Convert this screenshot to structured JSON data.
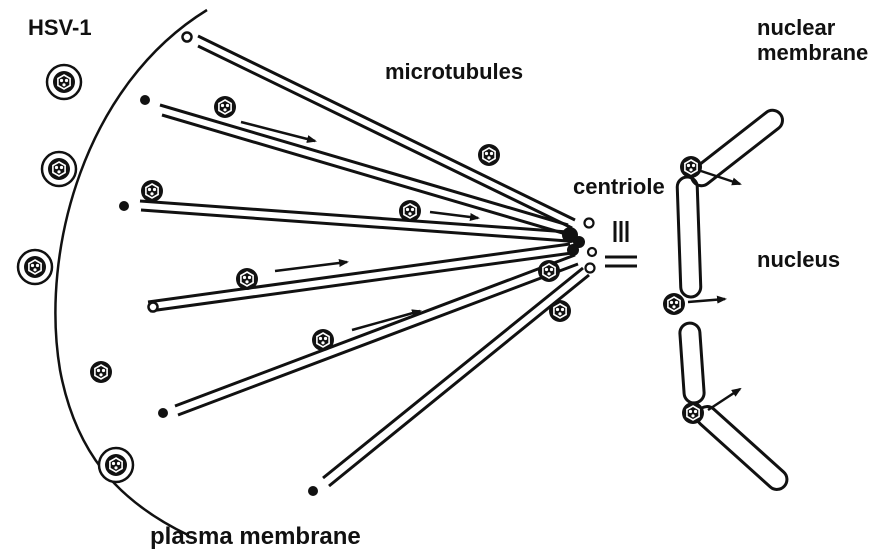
{
  "labels": {
    "virus": "HSV-1",
    "microtubules": "microtubules",
    "nuclear_membrane_line1": "nuclear",
    "nuclear_membrane_line2": "membrane",
    "centriole": "centriole",
    "nucleus": "nucleus",
    "plasma_membrane": "plasma membrane"
  },
  "colors": {
    "ink": "#111111",
    "background": "#ffffff"
  }
}
